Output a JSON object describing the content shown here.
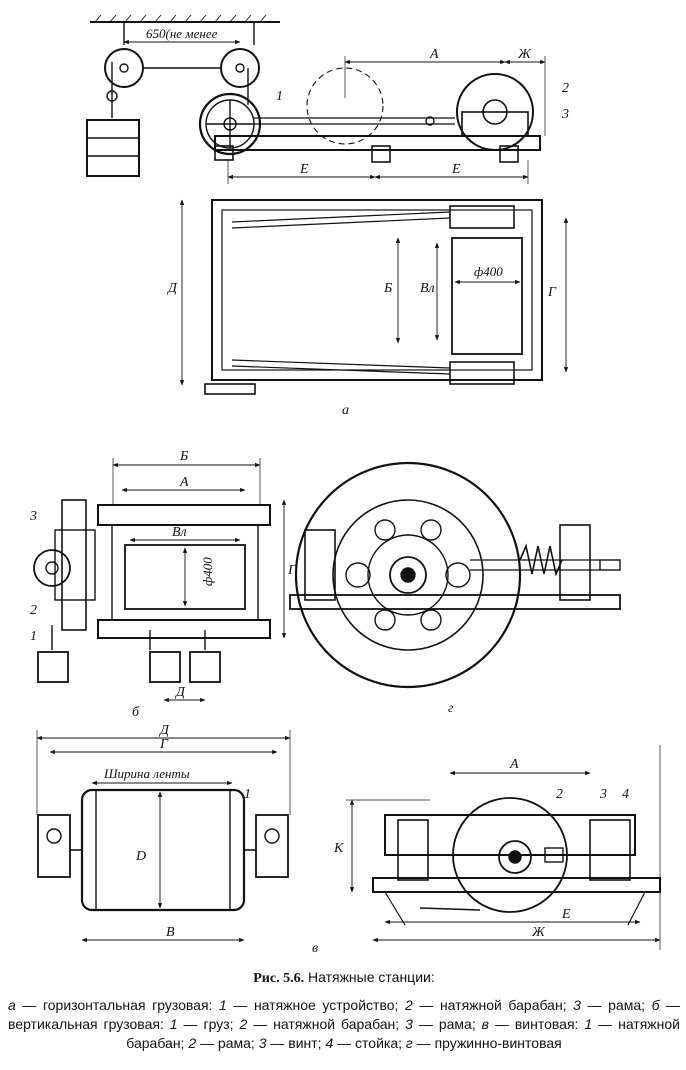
{
  "fig_a": {
    "dim_650": "650(не менее",
    "A": "А",
    "Zh": "Ж",
    "E1": "Е",
    "E2": "Е",
    "D": "Д",
    "B": "Б",
    "Vl": "Вл",
    "phi400": "ф400",
    "G": "Г",
    "n1": "1",
    "n2": "2",
    "n3": "3",
    "panel": "а"
  },
  "fig_b": {
    "B": "Б",
    "A": "А",
    "Vl": "Вл",
    "phi400": "ф400",
    "G": "Г",
    "D": "Д",
    "n1": "1",
    "n2": "2",
    "n3": "3",
    "panel": "б"
  },
  "fig_g": {
    "panel": "г"
  },
  "fig_v": {
    "D": "Д",
    "G": "Г",
    "belt_width": "Ширина ленты",
    "diam": "D",
    "B": "В",
    "n1": "1",
    "panel": "в"
  },
  "fig_v2": {
    "A": "А",
    "K": "К",
    "E": "Е",
    "Zh": "Ж",
    "n2": "2",
    "n3": "3",
    "n4": "4"
  },
  "caption": {
    "fig_num": "Рис. 5.6.",
    "title": "Натяжные станции:",
    "a_letter": "а",
    "a_text": " — горизонтальная грузовая: ",
    "a1": "1",
    "a1_text": " — натяжное устройство; ",
    "a2": "2",
    "a2_text": " — натяжной барабан; ",
    "a3": "3",
    "a3_text": " — рама; ",
    "b_letter": "б",
    "b_text": " — вертикальная грузовая: ",
    "b1": "1",
    "b1_text": " — груз; ",
    "b2": "2",
    "b2_text": " — натяжной барабан; ",
    "b3": "3",
    "b3_text": " — рама; ",
    "v_letter": "в",
    "v_text": " — винтовая: ",
    "v1": "1",
    "v1_text": " — натяжной барабан; ",
    "v2": "2",
    "v2_text": " — рама; ",
    "v3": "3",
    "v3_text": " — винт; ",
    "v4": "4",
    "v4_text": " — стойка; ",
    "g_letter": "г",
    "g_text": " — пружинно-винтовая"
  }
}
